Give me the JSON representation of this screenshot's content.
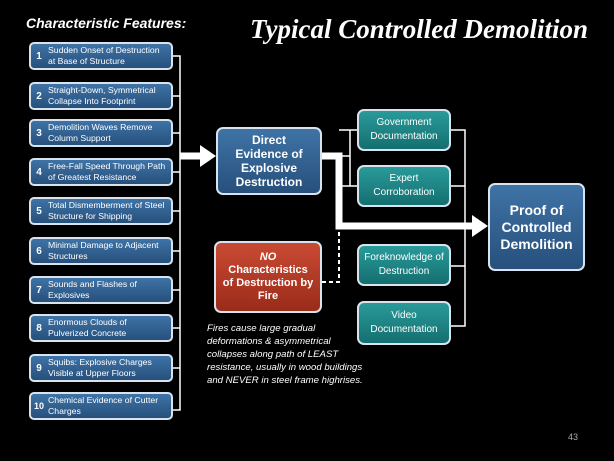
{
  "title": "Typical Controlled Demolition",
  "features": {
    "heading": "Characteristic Features:",
    "items": [
      {
        "num": "1",
        "text": "Sudden Onset of Destruction at Base of Structure"
      },
      {
        "num": "2",
        "text": "Straight-Down, Symmetrical Collapse Into Footprint"
      },
      {
        "num": "3",
        "text": "Demolition Waves Remove Column Support"
      },
      {
        "num": "4",
        "text": "Free-Fall Speed Through Path of Greatest Resistance"
      },
      {
        "num": "5",
        "text": "Total Dismemberment of Steel Structure for Shipping"
      },
      {
        "num": "6",
        "text": "Minimal Damage to Adjacent Structures"
      },
      {
        "num": "7",
        "text": "Sounds and Flashes of Explosives"
      },
      {
        "num": "8",
        "text": "Enormous Clouds of Pulverized Concrete"
      },
      {
        "num": "9",
        "text": "Squibs: Explosive Charges Visible at Upper Floors"
      },
      {
        "num": "10",
        "text": "Chemical Evidence of Cutter Charges"
      }
    ]
  },
  "direct_evidence": "Direct Evidence of Explosive Destruction",
  "no_characteristics": {
    "line1": "NO",
    "line2": "Characteristics of Destruction by Fire"
  },
  "fire_note": "Fires cause large gradual deformations & asymmetrical collapses along path of LEAST resistance, usually in wood buildings and NEVER in steel frame highrises.",
  "support": {
    "government": "Government Documentation",
    "expert": "Expert Corroboration",
    "foreknowledge": "Foreknowledge of Destruction",
    "video": "Video Documentation"
  },
  "proof": "Proof of Controlled Demolition",
  "page_number": "43",
  "colors": {
    "background": "#000000",
    "blue": "#2f5f90",
    "teal": "#1a8585",
    "red": "#b23a24",
    "border": "#d9e3ee"
  }
}
